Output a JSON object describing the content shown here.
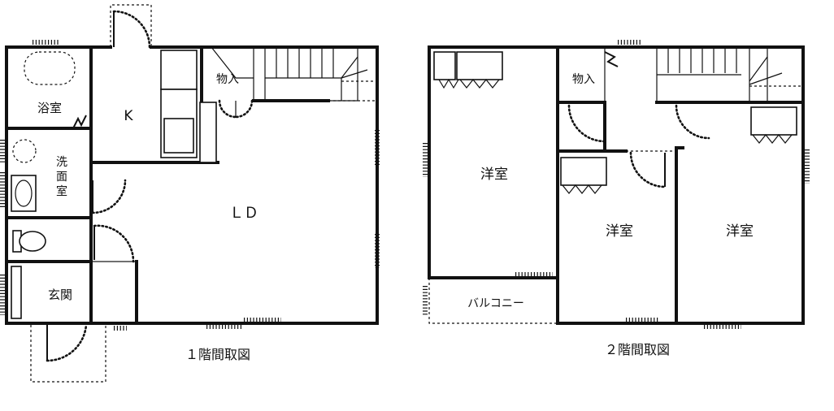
{
  "floor1": {
    "caption": "１階間取図",
    "rooms": {
      "bath": "浴室",
      "kitchen": "K",
      "storage": "物入",
      "washroom_1": "洗",
      "washroom_2": "面",
      "washroom_3": "室",
      "living_dining": "ＬＤ",
      "entrance": "玄関"
    }
  },
  "floor2": {
    "caption": "２階間取図",
    "rooms": {
      "storage": "物入",
      "western_left": "洋室",
      "western_middle": "洋室",
      "western_right": "洋室",
      "balcony": "バルコニー"
    }
  }
}
